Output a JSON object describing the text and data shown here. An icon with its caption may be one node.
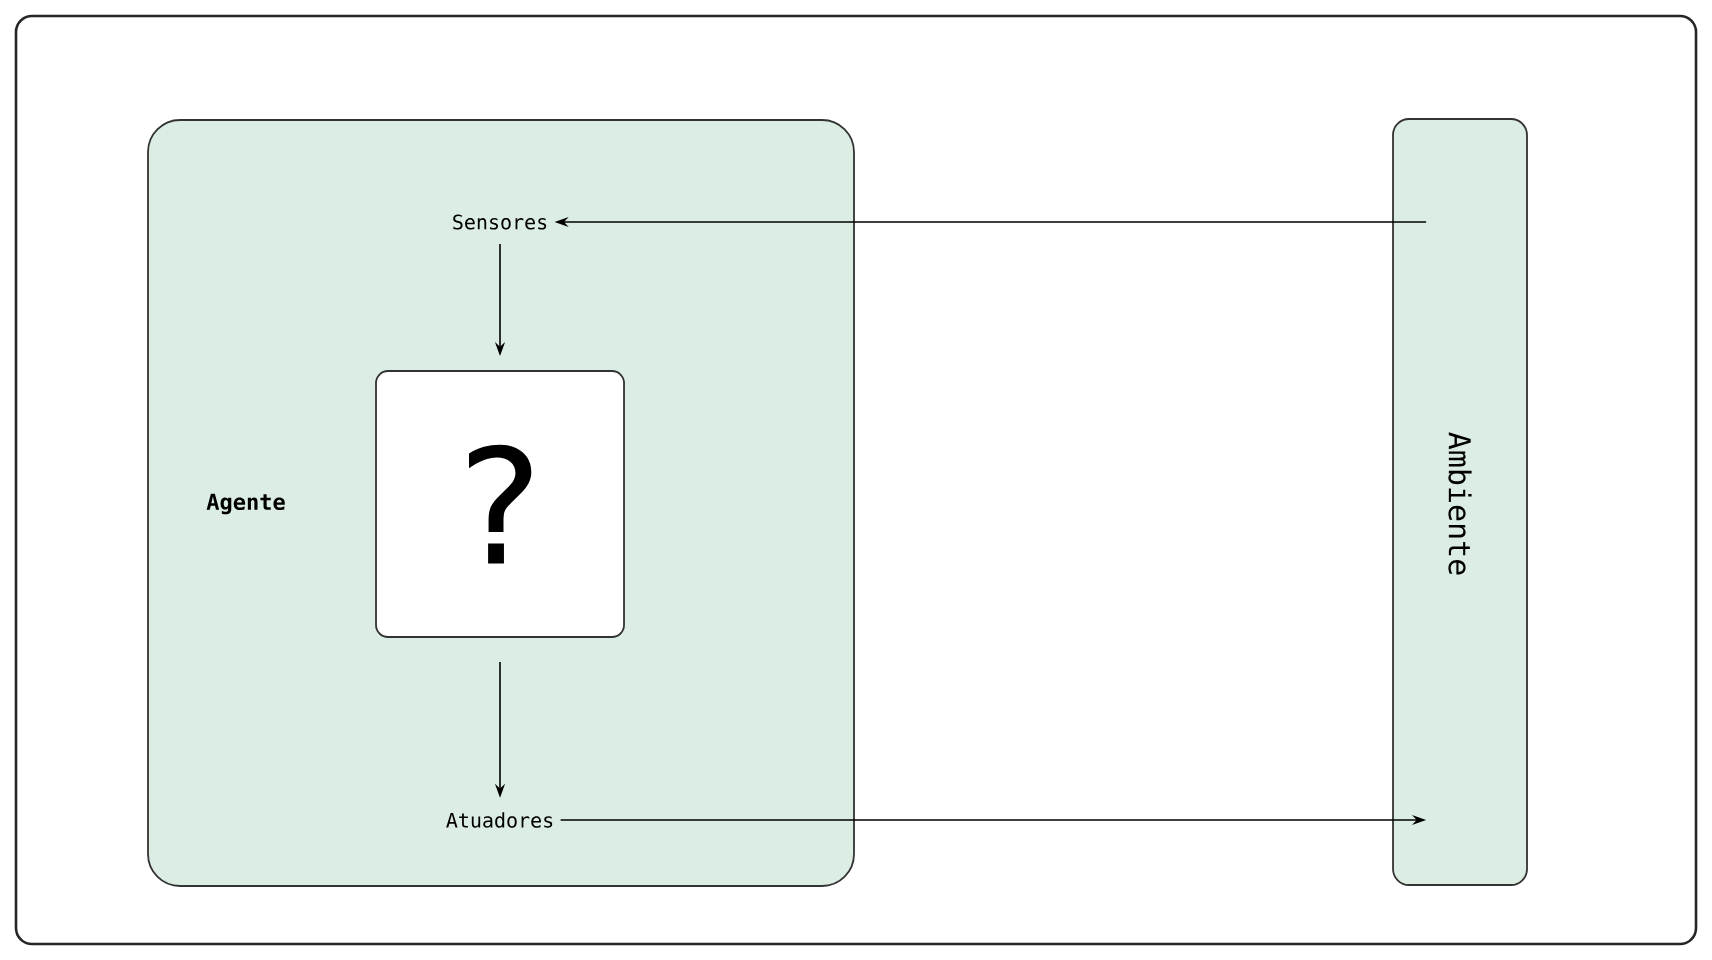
{
  "diagram": {
    "nodes": [
      {
        "text": [
          "Agente"
        ]
      },
      {
        "text": [
          "Sensores"
        ],
        "in": 0
      },
      {
        "text": [
          "?"
        ],
        "in": 0
      },
      {
        "text": [
          "Atuadores"
        ],
        "in": 0
      },
      {
        "text": [
          "Ambiente"
        ]
      }
    ],
    "edges": [
      {
        "from": 4,
        "to": 1,
        "arrow": "to"
      },
      {
        "from": 1,
        "to": 2,
        "arrow": "to"
      },
      {
        "from": 2,
        "to": 3,
        "arrow": "to"
      },
      {
        "from": 3,
        "to": 4,
        "arrow": "to"
      }
    ]
  }
}
